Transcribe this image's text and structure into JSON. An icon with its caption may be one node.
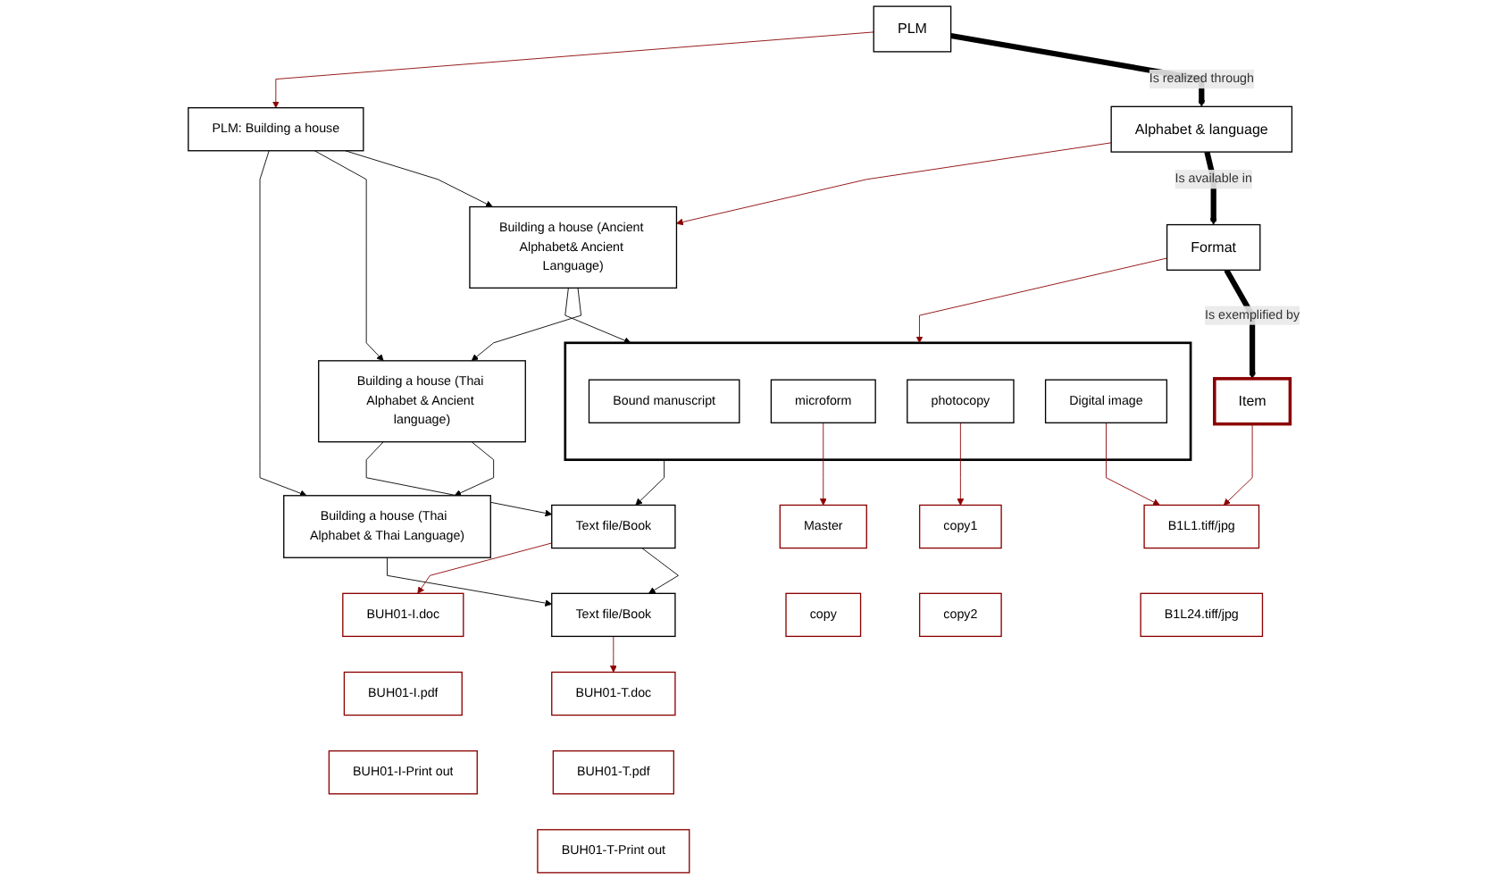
{
  "diagram": {
    "nodes": [
      {
        "text": [
          "PLM"
        ]
      },
      {
        "text": [
          "Alphabet & language"
        ]
      },
      {
        "text": [
          "Format"
        ]
      },
      {
        "text": [
          "Item"
        ]
      },
      {
        "text": [
          "PLM: Building a house"
        ]
      },
      {
        "text": [
          "Building a house (Ancient Alphabet& Ancient Language)"
        ]
      },
      {
        "text": [
          "Building a house (Thai Alphabet & Ancient language)"
        ]
      },
      {
        "text": [
          "Building a house (Thai  Alphabet & Thai Language)"
        ]
      },
      {
        "text": [],
        "shape": "box"
      },
      {
        "text": [
          "Bound manuscript"
        ],
        "in": 8
      },
      {
        "text": [
          "microform"
        ],
        "in": 8
      },
      {
        "text": [
          "photocopy"
        ],
        "in": 8
      },
      {
        "text": [
          "Digital image"
        ],
        "in": 8
      },
      {
        "text": [
          "Text file/Book"
        ]
      },
      {
        "text": [
          "Text file/Book"
        ]
      },
      {
        "text": [
          "BUH01-I.doc"
        ]
      },
      {
        "text": [
          "BUH01-I.pdf"
        ]
      },
      {
        "text": [
          "BUH01-I-Print out"
        ]
      },
      {
        "text": [
          "BUH01-T.doc"
        ]
      },
      {
        "text": [
          "BUH01-T.pdf"
        ]
      },
      {
        "text": [
          "BUH01-T-Print out"
        ]
      },
      {
        "text": [
          "Master"
        ]
      },
      {
        "text": [
          "copy"
        ]
      },
      {
        "text": [
          "B1L1.tiff/jpg"
        ]
      },
      {
        "text": [
          "B1L24.tiff/jpg"
        ]
      },
      {
        "text": [
          "copy1"
        ]
      },
      {
        "text": [
          "copy2"
        ]
      }
    ],
    "edges": [
      {
        "from": 0,
        "to": 1,
        "arrow": "to",
        "label": "Is realized through",
        "style": "thick"
      },
      {
        "from": 1,
        "to": 2,
        "arrow": "to",
        "label": "Is available in",
        "style": "thick"
      },
      {
        "from": 2,
        "to": 3,
        "arrow": "to",
        "label": "Is exemplified by",
        "style": "thick"
      },
      {
        "from": 0,
        "to": 4,
        "arrow": "to",
        "color": "#8b0000"
      },
      {
        "from": 1,
        "to": 5,
        "arrow": "to",
        "color": "#8b0000"
      },
      {
        "from": 2,
        "to": 8,
        "arrow": "to",
        "color": "#8b0000"
      },
      {
        "from": 3,
        "to": 23,
        "arrow": "to",
        "color": "#8b0000"
      },
      {
        "from": 4,
        "to": 5,
        "arrow": "to"
      },
      {
        "from": 4,
        "to": 6,
        "arrow": "to"
      },
      {
        "from": 4,
        "to": 7,
        "arrow": "to"
      },
      {
        "from": 5,
        "to": 6,
        "arrow": "to"
      },
      {
        "from": 6,
        "to": 7,
        "arrow": "to"
      },
      {
        "from": 5,
        "to": 8,
        "arrow": "to"
      },
      {
        "from": 6,
        "to": 13,
        "arrow": "to"
      },
      {
        "from": 7,
        "to": 14,
        "arrow": "to"
      },
      {
        "from": 8,
        "to": 13,
        "arrow": "to"
      },
      {
        "from": 13,
        "to": 14,
        "arrow": "to"
      },
      {
        "from": 13,
        "to": 15,
        "arrow": "to",
        "color": "#8b0000"
      },
      {
        "from": 14,
        "to": 18,
        "arrow": "to",
        "color": "#8b0000"
      },
      {
        "from": 10,
        "to": 21,
        "arrow": "to",
        "color": "#8b0000"
      },
      {
        "from": 11,
        "to": 25,
        "arrow": "to",
        "color": "#8b0000"
      },
      {
        "from": 12,
        "to": 23,
        "arrow": "to",
        "color": "#8b0000"
      }
    ]
  }
}
